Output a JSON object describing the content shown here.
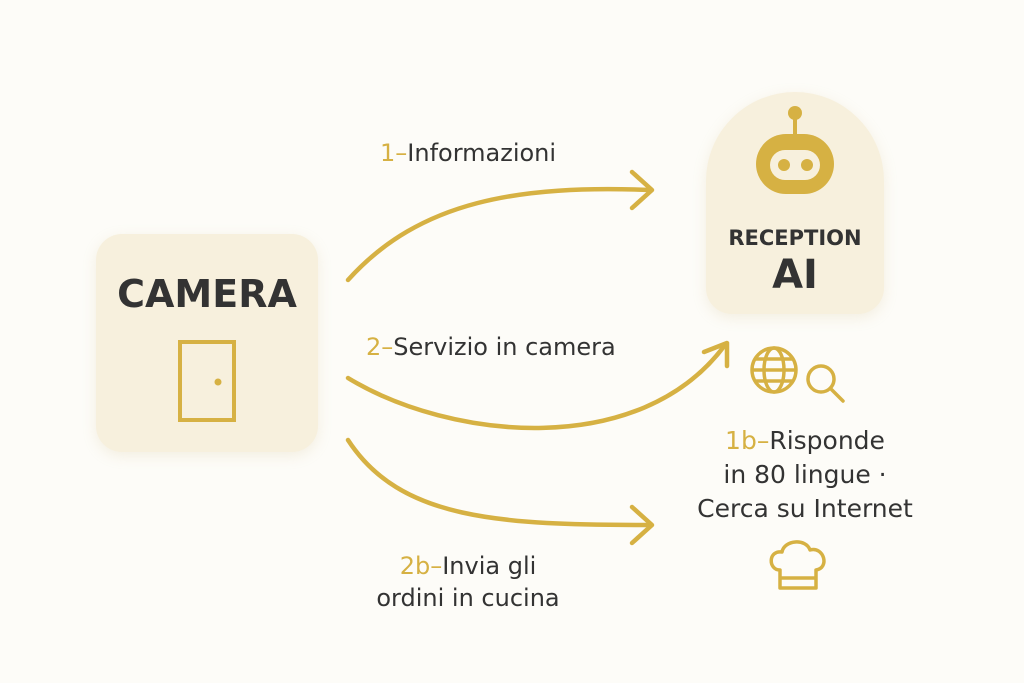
{
  "colors": {
    "accent": "#d6b143",
    "box": "#f7f0dd",
    "text": "#333333",
    "background": "#fdfcf8"
  },
  "camera": {
    "title": "CAMERA",
    "icon": "door-icon"
  },
  "reception": {
    "line1": "RECEPTION",
    "line2": "AI",
    "icon": "robot-icon"
  },
  "flows": [
    {
      "num": "1–",
      "text": "Informazioni"
    },
    {
      "num": "2–",
      "text": "Servizio in camera"
    },
    {
      "num": "1b–",
      "text": "Risponde",
      "text2": "in 80 lingue ·",
      "text3": "Cerca su Internet"
    },
    {
      "num": "2b–",
      "text": "Invia gli",
      "text2": "ordini in cucina"
    }
  ],
  "icons": [
    "globe-icon",
    "search-icon",
    "chef-hat-icon"
  ]
}
